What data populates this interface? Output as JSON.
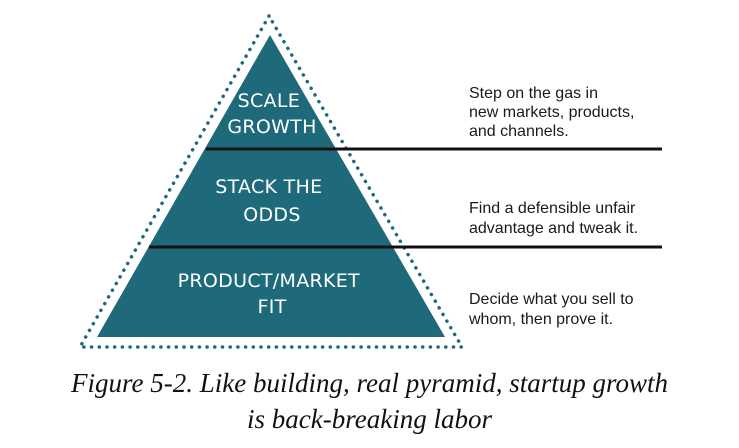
{
  "pyramid": {
    "fill_color": "#1e6a7a",
    "border_color": "#1e6a7a",
    "divider_color": "#111111",
    "tiers": [
      {
        "label_lines": [
          "SCALE",
          "GROWTH"
        ],
        "description_lines": [
          "Step on the gas in",
          "new markets, products,",
          "and channels."
        ]
      },
      {
        "label_lines": [
          "STACK THE",
          "ODDS"
        ],
        "description_lines": [
          "Find a defensible unfair",
          "advantage and tweak it."
        ]
      },
      {
        "label_lines": [
          "PRODUCT/MARKET",
          "FIT"
        ],
        "description_lines": [
          "Decide what you sell to",
          "whom, then prove it."
        ]
      }
    ]
  },
  "caption": {
    "line1": "Figure 5-2. Like building, real pyramid, startup growth",
    "line2": "is back-breaking labor"
  }
}
